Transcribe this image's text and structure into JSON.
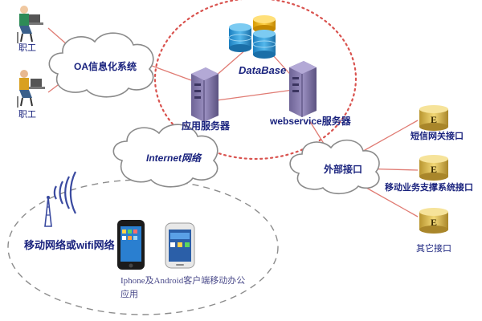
{
  "labels": {
    "staff_1": "职工",
    "staff_2": "职工",
    "oa_cloud": "OA信息化系统",
    "database": "DataBase",
    "app_server": "应用服务器",
    "webservice_server": "webservice服务器",
    "internet_cloud": "Internet网络",
    "external_cloud": "外部接口",
    "sms_gateway": "短信网关接口",
    "mobile_support": "移动业务支撑系统接口",
    "other_interface": "其它接口",
    "mobile_network": "移动网络或wifi网络",
    "mobile_app": "Iphone及Android客户端移动办公应用"
  },
  "icons": {
    "device_letter": "E"
  },
  "colors": {
    "cloud_fill": "#ffffff",
    "cloud_stroke": "#8a8a8a",
    "dotted_ring": "#d9534f",
    "connector": "#e07b73",
    "label_blue": "#1a237e",
    "database": "#2f9ed8",
    "database_top": "#f0b400",
    "server": "#8b7fb0",
    "device": "#d9b84f"
  }
}
